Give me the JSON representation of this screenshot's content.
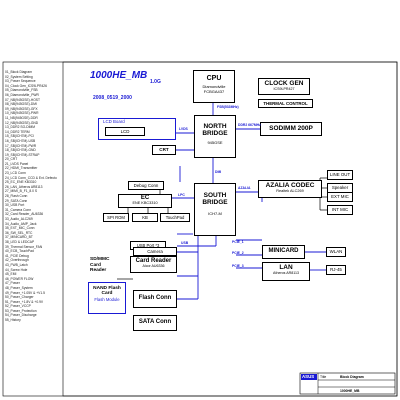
{
  "index_list": [
    "01_Block Diagram",
    "02_System Setting",
    "03_Power Sequence",
    "04_Clock Gen_ICS9LPR426",
    "05_Diamondville_FSB",
    "06_Diamondville_PWR",
    "07_NB(945GSE)-HOST",
    "08_NB(945GSE)-DMI",
    "09_NB(945GSE)-GFX",
    "10_NB(945GSE)-PWR",
    "11_NB(945GSE)-DDR",
    "12_NB(945GSE)-GND",
    "13_DDR2 SO-DIMM",
    "14_DDR2 TERM",
    "15_SB(ICH7M)-PCI",
    "16_SB(ICH7M)-USB",
    "17_SB(ICH7M)-PWR",
    "18_SB(ICH7M)-GND",
    "19_SB(ICH7M)-STRAP",
    "20_CRT",
    "21_LVDS Panel",
    "22_HDMI_Transmitter",
    "23_LCD Conn",
    "24_LCD Conn_CCD & Ext. Defecto",
    "25_EC_ENE KB3310",
    "26_LAN_Atheros AR8113",
    "27_MIMI_B_F1_8.0 S",
    "28_Flash Conn",
    "29_SATA Conn",
    "30_USB Port",
    "31_Camera Conn",
    "32_Card Reader_AU6336",
    "33_Audio_ALC269",
    "34_Audio_AMP_Jack",
    "35_EXT_MIC_Conn",
    "36_SW_SEL_RTC",
    "37_MINICARD_BT",
    "38_LED & LEDCAP",
    "39_Thermal Sensor_FAN",
    "40_ECB_TouchPad",
    "41_PCIE Debug",
    "42_Overthrough",
    "43_FWB_Latch",
    "44_Screw Hole",
    "45_EMI",
    "46_POWER FLOW",
    "47_Power",
    "48_Power_System",
    "49_Power_+1.05V & +V1.5",
    "50_Power_Charger",
    "51_Power_+1.8V & +0.9V",
    "52_Power_VCCP",
    "53_Power_Protection",
    "54_Power_Discharge",
    "55_History"
  ],
  "title": {
    "main": "1000HE_MB",
    "version": "1.0G",
    "date": "2008_0519_2000"
  },
  "blocks": {
    "cpu": {
      "label": "CPU",
      "sub1": "Diamondville",
      "sub2": "FCBGA437"
    },
    "clock_gen": {
      "label": "CLOCK GEN",
      "sub": "ICS9LPR427"
    },
    "thermal": {
      "label": "THERMAL CONTROL"
    },
    "north_bridge": {
      "label1": "NORTH",
      "label2": "BRIDGE",
      "sub": "945GSE"
    },
    "sodimm": {
      "label": "SODIMM 200P"
    },
    "lcd_board": {
      "title": "LCD Board",
      "inner": "LCD"
    },
    "crt": {
      "label": "CRT"
    },
    "debug_conn": {
      "label": "Debug Conn"
    },
    "ec": {
      "label": "EC",
      "sub": "ENE KBC3310"
    },
    "spi_rom": {
      "label": "SPI ROM"
    },
    "kb": {
      "label": "KB"
    },
    "touchpad": {
      "label": "TouchPad"
    },
    "south_bridge": {
      "label1": "SOUTH",
      "label2": "BRIDGE",
      "sub": "ICH7-M"
    },
    "azalia": {
      "label": "AZALIA CODEC",
      "sub": "Realtek ALC269"
    },
    "line_out": {
      "label": "LINE OUT"
    },
    "speaker": {
      "label": "Speaker"
    },
    "ext_mic": {
      "label": "EXT MIC"
    },
    "int_mic": {
      "label": "INT MIC"
    },
    "usb_port": {
      "label": "USB Port *3"
    },
    "camera": {
      "label": "Camera"
    },
    "card_reader": {
      "label": "Card Reader",
      "sub": "Alcor AU6336"
    },
    "sdmmc": {
      "label1": "SD/MMC",
      "label2": "Card",
      "label3": "Reader"
    },
    "nand": {
      "label1": "NAND Flash",
      "label2": "Card",
      "sub": "Flash Module"
    },
    "flash_conn": {
      "label": "Flash Conn"
    },
    "sata_conn": {
      "label": "SATA Conn"
    },
    "minicard": {
      "label": "MINICARD"
    },
    "wlan": {
      "label": "WLAN"
    },
    "lan": {
      "label": "LAN",
      "sub": "Atheros AR8113"
    },
    "rj45": {
      "label": "RJ-45"
    }
  },
  "buses": {
    "fsb": "FSB(533MHz)",
    "ddr": "DDR2 667MHz",
    "lvds": "LVDS",
    "dmi": "DMI",
    "lpc": "LPC",
    "azalia": "AZALIA",
    "usb": "USB",
    "pcie1": "PCIE_1",
    "pcie2": "PCIE_2",
    "pcie3": "PCIE_3"
  },
  "title_block": {
    "logo": "ASUS",
    "label": "Title",
    "value": "Block Diagram",
    "model": "1000HE_MB"
  },
  "colors": {
    "title": "#1a1ad4",
    "bus_line": "#1a1ad4",
    "lcd_border": "#1a1ad4"
  }
}
